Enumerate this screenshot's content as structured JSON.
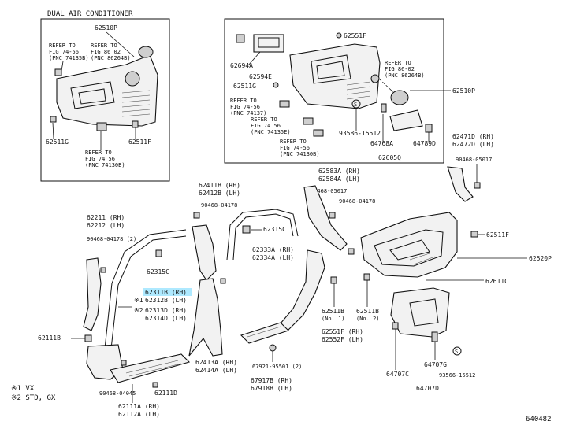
{
  "inset_left": {
    "title": "DUAL AIR CONDITIONER",
    "part_top": "62510P",
    "ref1": [
      "REFER TO",
      "FIG 74-56",
      "(PNC 74135B)"
    ],
    "ref2": [
      "REFER TO",
      "FIG 86 02",
      "(PNC 86264B)"
    ],
    "clip_left": "62511G",
    "clip_right": "62511F",
    "ref3": [
      "REFER TO",
      "FIG 74 56",
      "(PNC 74130B)"
    ]
  },
  "inset_right": {
    "p1": "62551F",
    "p2": "62694A",
    "p3": "62594E",
    "p4": "62511G",
    "ref4": [
      "REFER TO",
      "FIG 74-56",
      "(PNC 74137)"
    ],
    "ref5": [
      "REFER TO",
      "FIG 74 56",
      "(PNC 74135E)"
    ],
    "ref6": [
      "REFER TO",
      "FIG 74-56",
      "(PNC 74130B)"
    ],
    "ref7": [
      "REFER TO",
      "FIG 86-02",
      "(PNC 86264B)"
    ],
    "p5": "62510P",
    "p6": "93586-15512",
    "p7": "64768A",
    "p8": "64789D",
    "p9": "62605Q"
  },
  "main": {
    "a1": "62471D (RH)",
    "a2": "62472D (LH)",
    "a3": "90468-05017",
    "b1": "62583A (RH)",
    "b2": "62584A (LH)",
    "b3": "90468-05017",
    "b4": "90468-04178",
    "c1": "62411B (RH)",
    "c2": "62412B (LH)",
    "c3": "90468-04178",
    "c4": "62315C",
    "d1": "62211 (RH)",
    "d2": "62212 (LH)",
    "d3": "90468-04178 (2)",
    "e1": "62315C",
    "f1": "62333A (RH)",
    "f2": "62334A (LH)",
    "g1": "62511F",
    "g2": "62520P",
    "g3": "62611C",
    "h_hl": "62311B (RH)",
    "h1": "62312B (LH)",
    "h2": "62313D (RH)",
    "h3": "62314D (LH)",
    "h_m1": "※1",
    "h_m2": "※2",
    "i1": "62111B",
    "j1": "62413A (RH)",
    "j2": "62414A (LH)",
    "k1": "62511B",
    "k1n": "(No. 1)",
    "k2": "62511B",
    "k2n": "(No. 2)",
    "k3": "62551F (RH)",
    "k4": "62552F (LH)",
    "l1": "67921-95501 (2)",
    "l2": "67917B (RH)",
    "l3": "67918B (LH)",
    "m1": "64707C",
    "m2": "64707G",
    "m3": "93566-15512",
    "m4": "64707D",
    "n1": "90468-04045",
    "n2": "62111D",
    "n3": "62111A (RH)",
    "n4": "62112A (LH)",
    "legend1": "※1 VX",
    "legend2": "※2 STD, GX",
    "fig_no": "640482"
  }
}
